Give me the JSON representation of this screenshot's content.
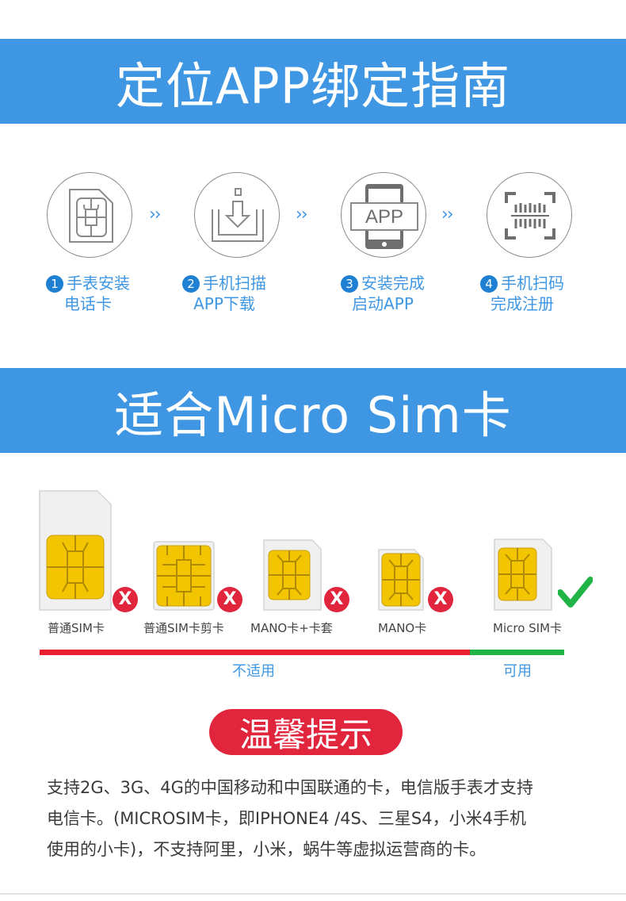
{
  "section1": {
    "title": "定位APP绑定指南"
  },
  "steps": [
    {
      "num": "1",
      "line1": "手表安装",
      "line2": "电话卡",
      "icon": "sim-card-icon"
    },
    {
      "num": "2",
      "line1": "手机扫描",
      "line2": "APP下载",
      "icon": "download-icon"
    },
    {
      "num": "3",
      "line1": "安装完成",
      "line2": "启动APP",
      "icon": "phone-app-icon",
      "icon_text": "APP"
    },
    {
      "num": "4",
      "line1": "手机扫码",
      "line2": "完成注册",
      "icon": "barcode-scan-icon"
    }
  ],
  "arrows": "››",
  "section2": {
    "title": "适合Micro Sim卡"
  },
  "sims": [
    {
      "name": "普通SIM卡",
      "status": "x"
    },
    {
      "name": "普通SIM卡剪卡",
      "status": "x"
    },
    {
      "name": "MANO卡+卡套",
      "status": "x"
    },
    {
      "name": "MANO卡",
      "status": "x"
    },
    {
      "name": "Micro SIM卡",
      "status": "check"
    }
  ],
  "x_symbol": "X",
  "ranges": {
    "not_applicable": "不适用",
    "applicable": "可用"
  },
  "colors": {
    "blue": "#3f97e4",
    "red": "#e0253c",
    "green": "#1fb445",
    "chip": "#f3c400"
  },
  "tip": {
    "title": "温馨提示",
    "line1": "支持2G、3G、4G的中国移动和中国联通的卡，电信版手表才支持",
    "line2": "电信卡。(MICROSIM卡，即IPHONE4 /4S、三星S4，小米4手机",
    "line3": "使用的小卡)，不支持阿里，小米，蜗牛等虚拟运营商的卡。"
  }
}
